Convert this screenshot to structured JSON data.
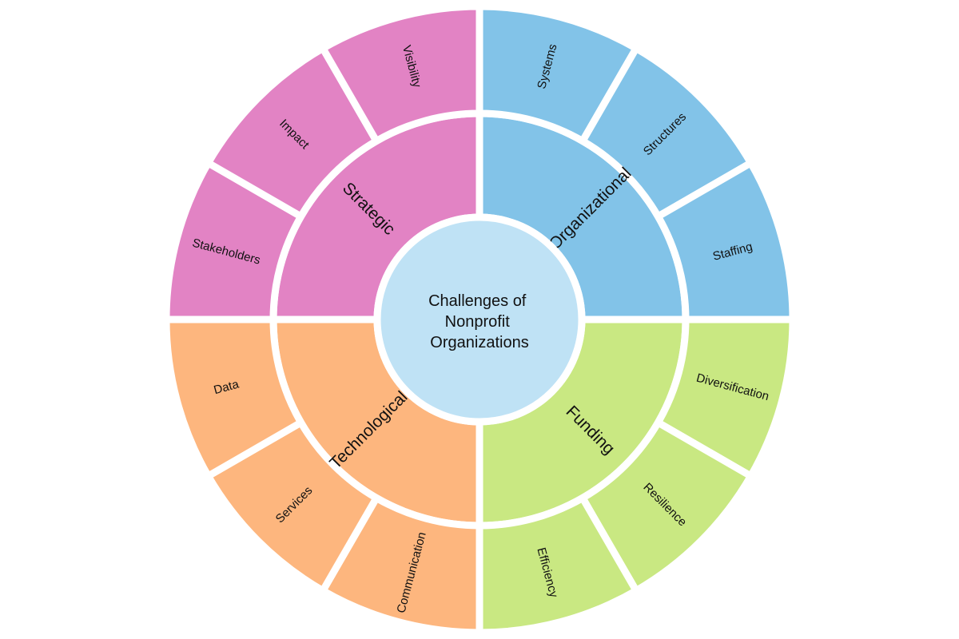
{
  "center": {
    "lines": [
      "Challenges of",
      "Nonprofit",
      "Organizations"
    ],
    "color": "#bfe2f5"
  },
  "categories": [
    {
      "name": "Organizational",
      "color": "#82c3e8",
      "subs": [
        "Systems",
        "Structures",
        "Staffing"
      ]
    },
    {
      "name": "Funding",
      "color": "#c9e882",
      "subs": [
        "Diversification",
        "Resilience",
        "Efficiency"
      ]
    },
    {
      "name": "Technological",
      "color": "#fdb67e",
      "subs": [
        "Communication",
        "Services",
        "Data"
      ]
    },
    {
      "name": "Strategic",
      "color": "#e283c4",
      "subs": [
        "Stakeholders",
        "Impact",
        "Visibility"
      ]
    }
  ]
}
